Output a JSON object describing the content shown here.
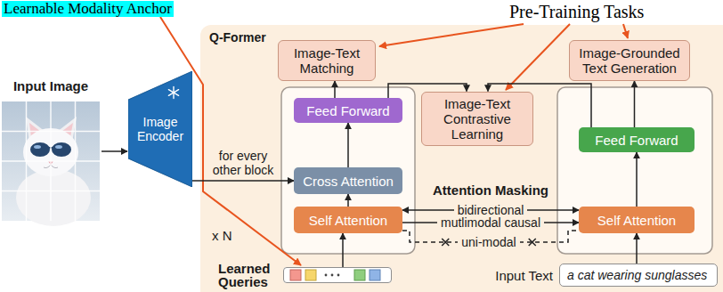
{
  "diagram": {
    "nodes": [
      {
        "text": [
          "Image Encoder"
        ]
      },
      {
        "text": [
          "Q-Former"
        ]
      },
      {
        "text": [
          "Image-Text Matching"
        ],
        "in": 1
      },
      {
        "text": [
          "Image-Text Contrastive Learning"
        ],
        "in": 1
      },
      {
        "text": [
          "Image-Grounded Text Generation"
        ],
        "in": 1
      },
      {
        "text": [
          "Feed Forward"
        ],
        "in": 1
      },
      {
        "text": [
          "Feed Forward"
        ],
        "in": 1
      },
      {
        "text": [
          "Cross Attention"
        ],
        "in": 1
      },
      {
        "text": [
          "Self Attention"
        ],
        "in": 1
      },
      {
        "text": [
          "Self Attention"
        ],
        "in": 1
      },
      {
        "text": [
          "Learned Queries"
        ],
        "in": 1
      },
      {
        "text": [
          "Input Text",
          "a cat wearing sunglasses"
        ],
        "in": 1
      }
    ],
    "edges": [
      {
        "from": 0,
        "to": 7,
        "arrow": "to",
        "label": "for every other block"
      },
      {
        "from": 5,
        "to": 2,
        "arrow": "to"
      },
      {
        "from": 5,
        "to": 3,
        "arrow": "to"
      },
      {
        "from": 6,
        "to": 3,
        "arrow": "to"
      },
      {
        "from": 6,
        "to": 4,
        "arrow": "to"
      },
      {
        "from": 8,
        "to": 9,
        "arrow": "both",
        "label": "bidirectional"
      },
      {
        "from": 8,
        "to": 9,
        "arrow": "to",
        "label": "mutlimodal causal"
      },
      {
        "from": 8,
        "to": 9,
        "arrow": "none",
        "label": "uni-modal"
      },
      {
        "from": 10,
        "to": 8,
        "arrow": "to"
      },
      {
        "from": 11,
        "to": 9,
        "arrow": "to"
      },
      {
        "from": 8,
        "to": 7,
        "arrow": "to"
      },
      {
        "from": 7,
        "to": 5,
        "arrow": "to"
      },
      {
        "from": 9,
        "to": 6,
        "arrow": "to"
      }
    ],
    "labels": [
      "Learnable Modality Anchor",
      "Pre-Training Tasks",
      "Input Image",
      "Attention Masking",
      "x N"
    ]
  }
}
